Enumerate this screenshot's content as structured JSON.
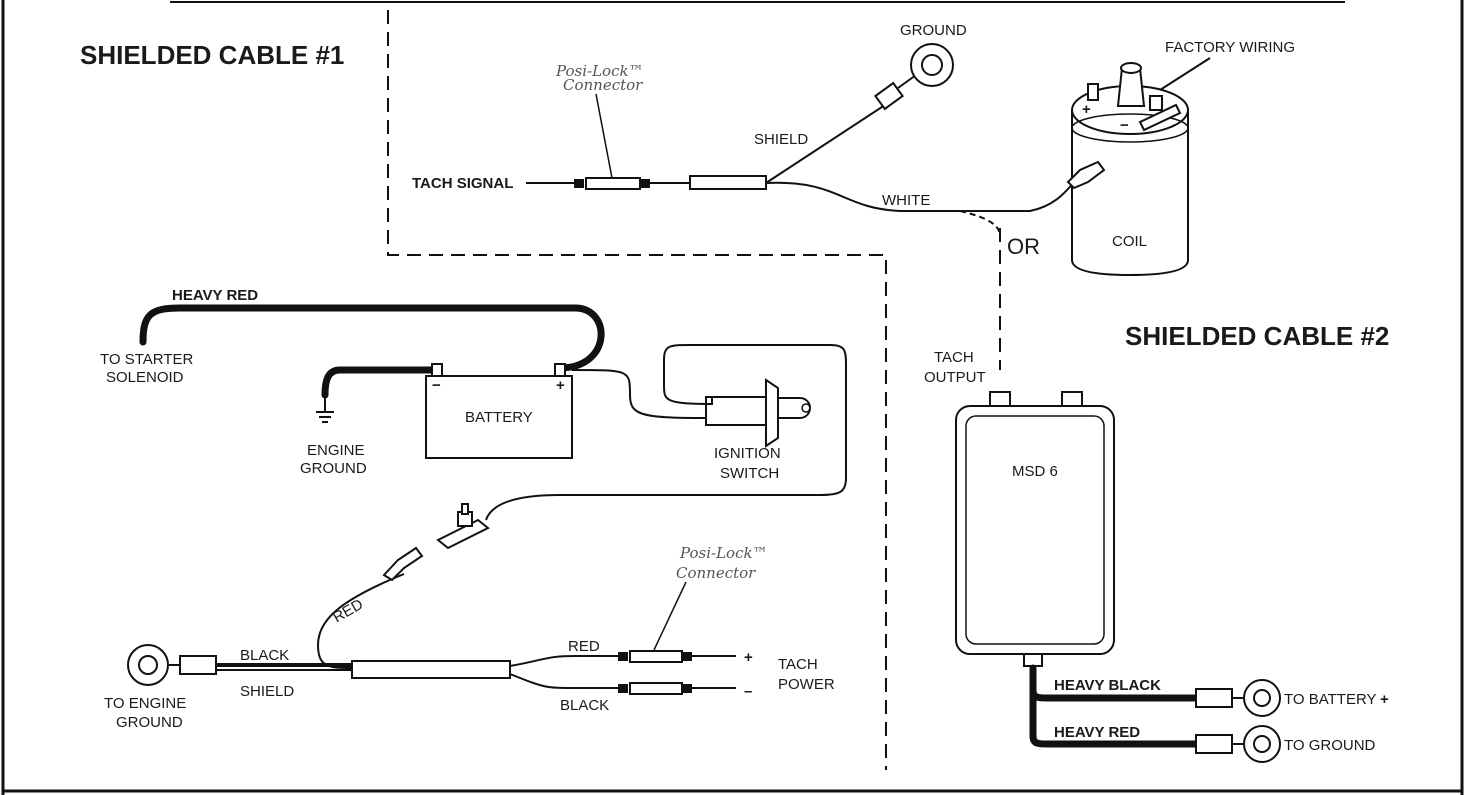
{
  "titles": {
    "cable1": "SHIELDED CABLE #1",
    "cable2": "SHIELDED CABLE #2"
  },
  "connector": {
    "line1": "Posi-Lock™",
    "line2": "Connector"
  },
  "labels": {
    "ground": "GROUND",
    "factory_wiring": "FACTORY WIRING",
    "shield": "SHIELD",
    "tach_signal": "TACH SIGNAL",
    "white": "WHITE",
    "or": "OR",
    "coil": "COIL",
    "coil_plus": "+",
    "coil_minus": "−",
    "heavy_red": "HEAVY RED",
    "to_starter_1": "TO STARTER",
    "to_starter_2": "SOLENOID",
    "battery": "BATTERY",
    "battery_minus": "−",
    "battery_plus": "+",
    "engine_ground_1": "ENGINE",
    "engine_ground_2": "GROUND",
    "ignition_switch_1": "IGNITION",
    "ignition_switch_2": "SWITCH",
    "tach_output_1": "TACH",
    "tach_output_2": "OUTPUT",
    "msd6": "MSD 6",
    "red": "RED",
    "red2": "RED",
    "black": "BLACK",
    "black2": "BLACK",
    "shield2": "SHIELD",
    "tach_power_plus": "+",
    "tach_power_minus": "–",
    "tach_power_1": "TACH",
    "tach_power_2": "POWER",
    "to_engine_ground_1": "TO ENGINE",
    "to_engine_ground_2": "GROUND",
    "heavy_black": "HEAVY BLACK",
    "heavy_red_2": "HEAVY RED",
    "to_battery": "TO BATTERY",
    "to_battery_plus": "+",
    "to_ground": "TO GROUND"
  }
}
